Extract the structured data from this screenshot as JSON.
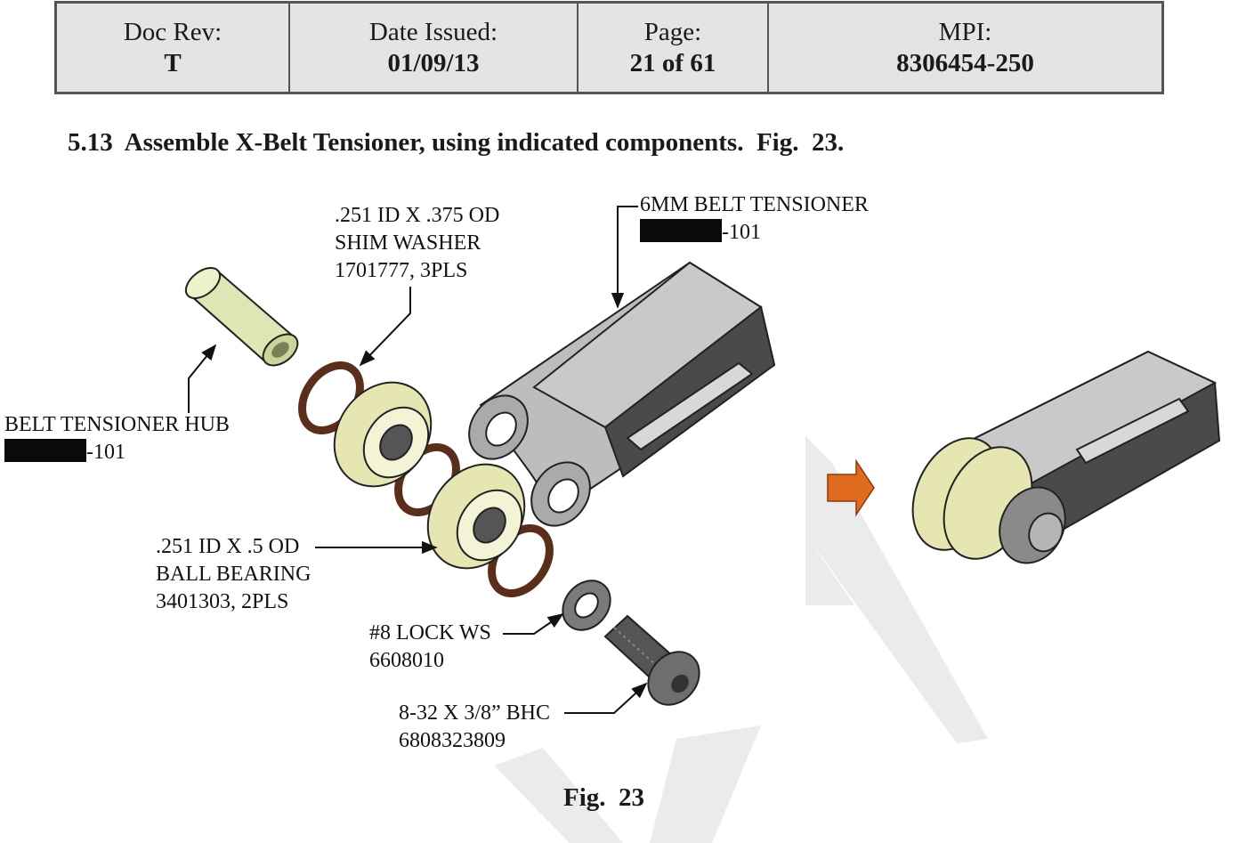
{
  "header": {
    "doc_rev_label": "Doc Rev:",
    "doc_rev_value": "T",
    "date_label": "Date Issued:",
    "date_value": "01/09/13",
    "page_label": "Page:",
    "page_value": "21 of 61",
    "mpi_label": "MPI:",
    "mpi_value": "8306454-250"
  },
  "step": {
    "title": "5.13  Assemble X-Belt Tensioner, using indicated components.  Fig.  23."
  },
  "callouts": {
    "shim": {
      "line1": ".251 ID X .375 OD",
      "line2": "SHIM WASHER",
      "line3": "1701777, 3PLS"
    },
    "tensioner": {
      "line1": "6MM BELT TENSIONER",
      "suffix": "-101"
    },
    "hub": {
      "line1": "BELT TENSIONER HUB",
      "suffix": "-101"
    },
    "bearing": {
      "line1": ".251 ID X .5 OD",
      "line2": "BALL BEARING",
      "line3": "3401303, 2PLS"
    },
    "lockws": {
      "line1": "#8 LOCK WS",
      "line2": "6608010"
    },
    "bhc": {
      "line1": "8-32 X 3/8” BHC",
      "line2": "6808323809"
    }
  },
  "figure": {
    "caption": "Fig.  23"
  },
  "colors": {
    "part_dark": "#454545",
    "part_light": "#b9b9b9",
    "bearing": "#e6e6b2",
    "washer": "#5a2e1a",
    "arrow": "#e06a1e",
    "watermark": "#e8e8e8"
  }
}
